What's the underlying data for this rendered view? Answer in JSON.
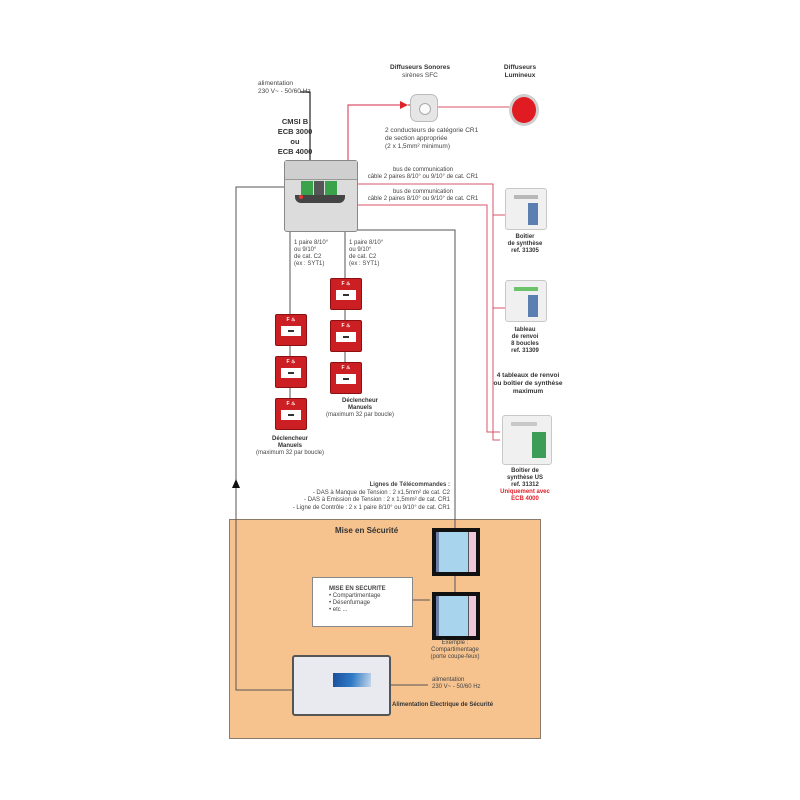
{
  "power_cmsi": {
    "label": "alimentation",
    "voltage": "230 V~ - 50/60 Hz"
  },
  "cmsi": {
    "line1": "CMSI B",
    "line2": "ECB 3000",
    "line3": "ou",
    "line4": "ECB 4000"
  },
  "diffuseurs_sonores": {
    "title": "Diffuseurs Sonores",
    "subtitle": "sirènes SFC"
  },
  "diffuseurs_lumineux": {
    "title": "Diffuseurs",
    "subtitle": "Lumineux"
  },
  "cable_cr1": {
    "line1": "2 conducteurs de catégorie CR1",
    "line2": "de section appropriée",
    "line3": "(2 x 1,5mm² minimum)"
  },
  "bus1": {
    "line1": "bus de communication",
    "line2": "câble 2 paires 8/10° ou 9/10° de cat. CR1"
  },
  "bus2": {
    "line1": "bus de communication",
    "line2": "câble 2 paires 8/10° ou 9/10° de cat. CR1"
  },
  "loop_left": {
    "line1": "1 paire 8/10°",
    "line2": "ou 9/10°",
    "line3": "de cat. C2",
    "line4": "(ex : SYT1)"
  },
  "loop_right": {
    "line1": "1 paire 8/10°",
    "line2": "ou 9/10°",
    "line3": "de cat. C2",
    "line4": "(ex : SYT1)"
  },
  "callpoint_label": "F ♨",
  "declencheur_left": {
    "line1": "Déclencheur",
    "line2": "Manuels",
    "line3": "(maximum 32 par boucle)"
  },
  "declencheur_right": {
    "line1": "Déclencheur",
    "line2": "Manuels",
    "line3": "(maximum 32 par boucle)"
  },
  "boitier_31305": {
    "line1": "Boîtier",
    "line2": "de synthèse",
    "line3": "ref. 31305"
  },
  "tableau_31309": {
    "line1": "tableau",
    "line2": "de renvoi",
    "line3": "8 boucles",
    "line4": "ref. 31309"
  },
  "max_note": {
    "line1": "4 tableaux de renvoi",
    "line2": "ou boîtier de synthèse",
    "line3": "maximum"
  },
  "boitier_31312": {
    "line1": "Boîtier de",
    "line2": "synthèse US",
    "line3": "ref. 31312",
    "note1": "Uniquement avec",
    "note2": "ECB 4000"
  },
  "telecommandes": {
    "title": "Lignes de Télécommandes :",
    "items": [
      "- DAS à Manque de Tension : 2 x1,5mm² de cat. C2",
      "- DAS à Emission de Tension : 2 x 1,5mm² de cat. CR1",
      "- Ligne de Contrôle : 2 x 1 paire 8/10° ou 9/10° de cat. CR1"
    ]
  },
  "zone": {
    "title": "Mise en Sécurité"
  },
  "mise_box": {
    "title": "MISE EN SECURITE",
    "items": [
      "• Compartimentage",
      "• Désenfumage",
      "• etc ..."
    ]
  },
  "exemple": {
    "line1": "Exemple :",
    "line2": "Compartimentage",
    "line3": "(porte coupe-feux)"
  },
  "power_aes": {
    "label": "alimentation",
    "voltage": "230 V~ - 50/60 Hz"
  },
  "aes": {
    "label": "Alimentation Electrique de Sécurité"
  },
  "colors": {
    "bus_red": "#d9546a",
    "zone_orange": "#f6c38f",
    "callpoint_red": "#cc1f24",
    "note_red": "#e0202a"
  }
}
